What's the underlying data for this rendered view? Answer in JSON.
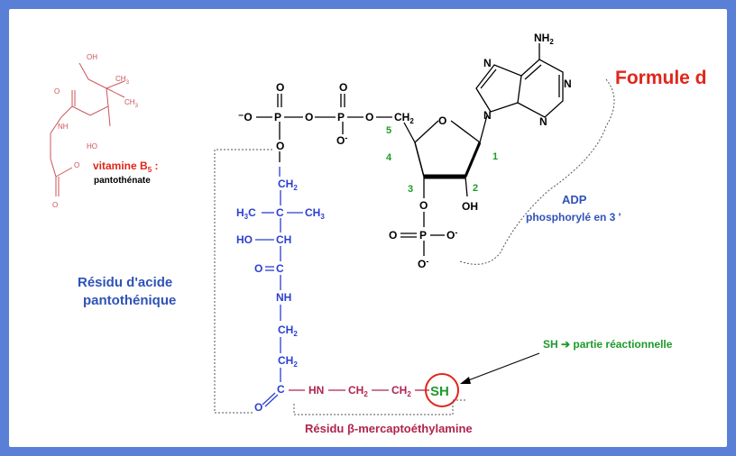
{
  "title": "Formule d",
  "vitamin": {
    "label": "vitamine B",
    "subscript": "5",
    "colon": " :",
    "sublabel": "pantothénate",
    "atoms": {
      "oh_top": "OH",
      "ch3_a": "CH",
      "ch3_a_sub": "3",
      "ch3_b": "CH",
      "ch3_b_sub": "3",
      "o_left": "O",
      "nh": "NH",
      "ho": "HO",
      "o_minus": "O",
      "o_bottom": "O"
    }
  },
  "adp": {
    "label": "ADP",
    "sublabel": "phosphorylé en 3 '"
  },
  "pantothenic": {
    "line1": "Résidu d'acide",
    "line2": "pantothénique"
  },
  "mercapto": {
    "label": "Résidu  β-mercaptoéthylamine"
  },
  "sh_note": {
    "label": "SH ➔ partie réactionnelle"
  },
  "ring_numbers": [
    "5",
    "4",
    "3",
    "2",
    "1"
  ],
  "colors": {
    "blue": "#2b3fd1",
    "red": "#e0261b",
    "maroon": "#b0244e",
    "green": "#1d9a2a",
    "label_blue": "#2f52b8",
    "border": "#5a7fd6"
  }
}
